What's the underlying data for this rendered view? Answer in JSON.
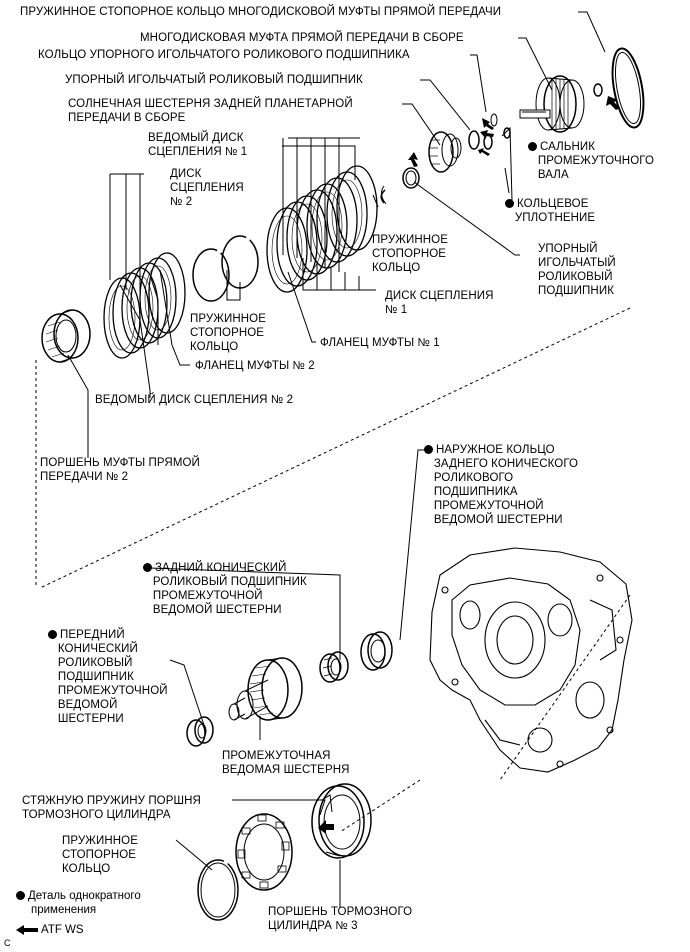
{
  "labels": {
    "l_snap_ring_direct": "ПРУЖИННОЕ СТОПОРНОЕ КОЛЬЦО МНОГОДИСКОВОЙ МУФТЫ ПРЯМОЙ ПЕРЕДАЧИ",
    "l_multi_clutch_assy": "МНОГОДИСКОВАЯ МУФТА ПРЯМОЙ ПЕРЕДАЧИ В СБОРЕ",
    "l_thrust_race": "КОЛЬЦО УПОРНОГО ИГОЛЬЧАТОГО РОЛИКОВОГО ПОДШИПНИКА",
    "l_thrust_bearing_top": "УПОРНЫЙ ИГОЛЬЧАТЫЙ РОЛИКОВЫЙ ПОДШИПНИК",
    "l_sun_gear_1": "СОЛНЕЧНАЯ ШЕСТЕРНЯ ЗАДНЕЙ ПЛАНЕТАРНОЙ",
    "l_sun_gear_2": "ПЕРЕДАЧИ В СБОРЕ",
    "l_driven_disc1_1": "ВЕДОМЫЙ ДИСК",
    "l_driven_disc1_2": "СЦЕПЛЕНИЯ № 1",
    "l_disc2_1": "ДИСК",
    "l_disc2_2": "СЦЕПЛЕНИЯ",
    "l_disc2_3": "№ 2",
    "l_oil_seal_1": "САЛЬНИК",
    "l_oil_seal_2": "ПРОМЕЖУТОЧНОГО",
    "l_oil_seal_3": "ВАЛА",
    "l_o_ring_1": "КОЛЬЦЕВОЕ",
    "l_o_ring_2": "УПЛОТНЕНИЕ",
    "l_snap_ring_mid_1": "ПРУЖИННОЕ",
    "l_snap_ring_mid_2": "СТОПОРНОЕ",
    "l_snap_ring_mid_3": "КОЛЬЦО",
    "l_thrust_bearing_r_1": "УПОРНЫЙ",
    "l_thrust_bearing_r_2": "ИГОЛЬЧАТЫЙ",
    "l_thrust_bearing_r_3": "РОЛИКОВЫЙ",
    "l_thrust_bearing_r_4": "ПОДШИПНИК",
    "l_disc1_1": "ДИСК СЦЕПЛЕНИЯ",
    "l_disc1_2": "№ 1",
    "l_snap_ring_left_1": "ПРУЖИННОЕ",
    "l_snap_ring_left_2": "СТОПОРНОЕ",
    "l_snap_ring_left_3": "КОЛЬЦО",
    "l_flange1": "ФЛАНЕЦ МУФТЫ № 1",
    "l_flange2": "ФЛАНЕЦ МУФТЫ № 2",
    "l_driven_disc2": "ВЕДОМЫЙ ДИСК СЦЕПЛЕНИЯ № 2",
    "l_piston2_1": "ПОРШЕНЬ МУФТЫ ПРЯМОЙ",
    "l_piston2_2": "ПЕРЕДАЧИ № 2",
    "l_outer_race_1": "НАРУЖНОЕ КОЛЬЦО",
    "l_outer_race_2": "ЗАДНЕГО КОНИЧЕСКОГО",
    "l_outer_race_3": "РОЛИКОВОГО",
    "l_outer_race_4": "ПОДШИПНИКА",
    "l_outer_race_5": "ПРОМЕЖУТОЧНОЙ",
    "l_outer_race_6": "ВЕДОМОЙ ШЕСТЕРНИ",
    "l_rear_taper_1": "ЗАДНИЙ КОНИЧЕСКИЙ",
    "l_rear_taper_2": "РОЛИКОВЫЙ ПОДШИПНИК",
    "l_rear_taper_3": "ПРОМЕЖУТОЧНОЙ",
    "l_rear_taper_4": "ВЕДОМОЙ ШЕСТЕРНИ",
    "l_front_taper_1": "ПЕРЕДНИЙ",
    "l_front_taper_2": "КОНИЧЕСКИЙ",
    "l_front_taper_3": "РОЛИКОВЫЙ",
    "l_front_taper_4": "ПОДШИПНИК",
    "l_front_taper_5": "ПРОМЕЖУТОЧНОЙ",
    "l_front_taper_6": "ВЕДОМОЙ",
    "l_front_taper_7": "ШЕСТЕРНИ",
    "l_counter_gear_1": "ПРОМЕЖУТОЧНАЯ",
    "l_counter_gear_2": "ВЕДОМАЯ ШЕСТЕРНЯ",
    "l_brake_spring_1": "СТЯЖНУЮ ПРУЖИНУ ПОРШНЯ",
    "l_brake_spring_2": "ТОРМОЗНОГО ЦИЛИНДРА",
    "l_snap_ring_bot_1": "ПРУЖИННОЕ",
    "l_snap_ring_bot_2": "СТОПОРНОЕ",
    "l_snap_ring_bot_3": "КОЛЬЦО",
    "l_brake_piston_1": "ПОРШЕНЬ ТОРМОЗНОГО",
    "l_brake_piston_2": "ЦИЛИНДРА № 3"
  },
  "legend": {
    "non_reusable": "Деталь однократного",
    "non_reusable_2": "применения",
    "atf": "ATF WS"
  },
  "figure_code": "C"
}
